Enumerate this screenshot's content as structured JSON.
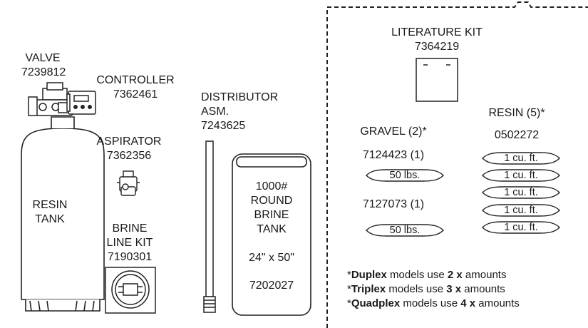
{
  "valve": {
    "line1": "VALVE",
    "line2": "7239812"
  },
  "controller": {
    "line1": "CONTROLLER",
    "line2": "7362461"
  },
  "aspirator": {
    "line1": "ASPIRATOR",
    "line2": "7362356"
  },
  "resin_tank": {
    "line1": "RESIN",
    "line2": "TANK"
  },
  "brine_line_kit": {
    "line1": "BRINE",
    "line2": "LINE KIT",
    "line3": "7190301"
  },
  "distributor": {
    "line1": "DISTRIBUTOR",
    "line2": "ASM.",
    "line3": "7243625"
  },
  "brine_tank": {
    "line1": "1000#",
    "line2": "ROUND",
    "line3": "BRINE",
    "line4": "TANK",
    "size": "24\" x 50\"",
    "part": "7202027"
  },
  "literature_kit": {
    "line1": "LITERATURE KIT",
    "line2": "7364219"
  },
  "gravel": {
    "title": "GRAVEL (2)*",
    "part1": "7124423 (1)",
    "bag1": "50 lbs.",
    "part2": "7127073 (1)",
    "bag2": "50 lbs."
  },
  "resin": {
    "title": "RESIN (5)*",
    "part": "0502272",
    "bags": [
      "1 cu. ft.",
      "1 cu. ft.",
      "1 cu. ft.",
      "1 cu. ft.",
      "1 cu. ft."
    ]
  },
  "notes": [
    {
      "prefix": "*",
      "model": "Duplex",
      "mid": " models use ",
      "mult": "2 x",
      "suffix": " amounts"
    },
    {
      "prefix": "*",
      "model": "Triplex",
      "mid": " models use ",
      "mult": "3 x",
      "suffix": " amounts"
    },
    {
      "prefix": "*",
      "model": "Quadplex",
      "mid": " models use ",
      "mult": "4 x",
      "suffix": " amounts"
    }
  ]
}
